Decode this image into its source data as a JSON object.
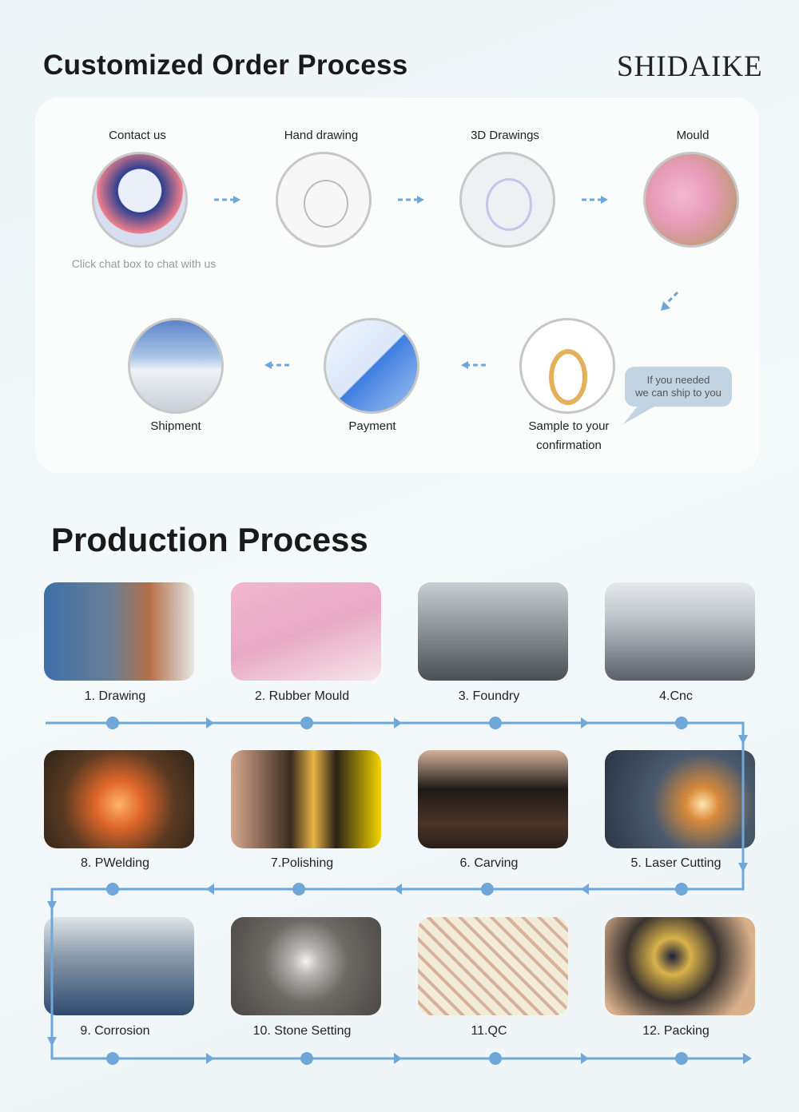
{
  "customized": {
    "title": "Customized Order Process",
    "logo": "SHIDAIKE",
    "steps": [
      {
        "label": "Contact us",
        "icon": "headset-agent-icon"
      },
      {
        "label": "Hand drawing",
        "icon": "ring-sketch-icon"
      },
      {
        "label": "3D Drawings",
        "icon": "ring-3d-icon"
      },
      {
        "label": "Mould",
        "icon": "mould-icon"
      },
      {
        "label": "Sample to your",
        "label2": "confirmation",
        "icon": "gold-ring-icon"
      },
      {
        "label": "Payment",
        "icon": "qr-payment-icon"
      },
      {
        "label": "Shipment",
        "icon": "truck-plane-icon"
      }
    ],
    "contact_hint": "Click chat box to chat with us",
    "bubble_line1": "If you needed",
    "bubble_line2": "we can ship to you"
  },
  "production": {
    "title": "Production Process",
    "steps": [
      {
        "label": "1. Drawing",
        "color": "#6a7f95"
      },
      {
        "label": "2. Rubber Mould",
        "color": "#e8a9c4"
      },
      {
        "label": "3. Foundry",
        "color": "#8a8f93"
      },
      {
        "label": "4.Cnc",
        "color": "#b9bfc4"
      },
      {
        "label": "5. Laser Cutting",
        "color": "#4b5a6e"
      },
      {
        "label": "6. Carving",
        "color": "#4a3426"
      },
      {
        "label": "7.Polishing",
        "color": "#6b4a2a"
      },
      {
        "label": "8. PWelding",
        "color": "#8a4a1e"
      },
      {
        "label": "9. Corrosion",
        "color": "#5c6d80"
      },
      {
        "label": "10. Stone Setting",
        "color": "#6d6965"
      },
      {
        "label": "11.QC",
        "color": "#ebe3cf"
      },
      {
        "label": "12. Packing",
        "color": "#3a3330"
      }
    ],
    "line_color": "#6fa8d8"
  }
}
